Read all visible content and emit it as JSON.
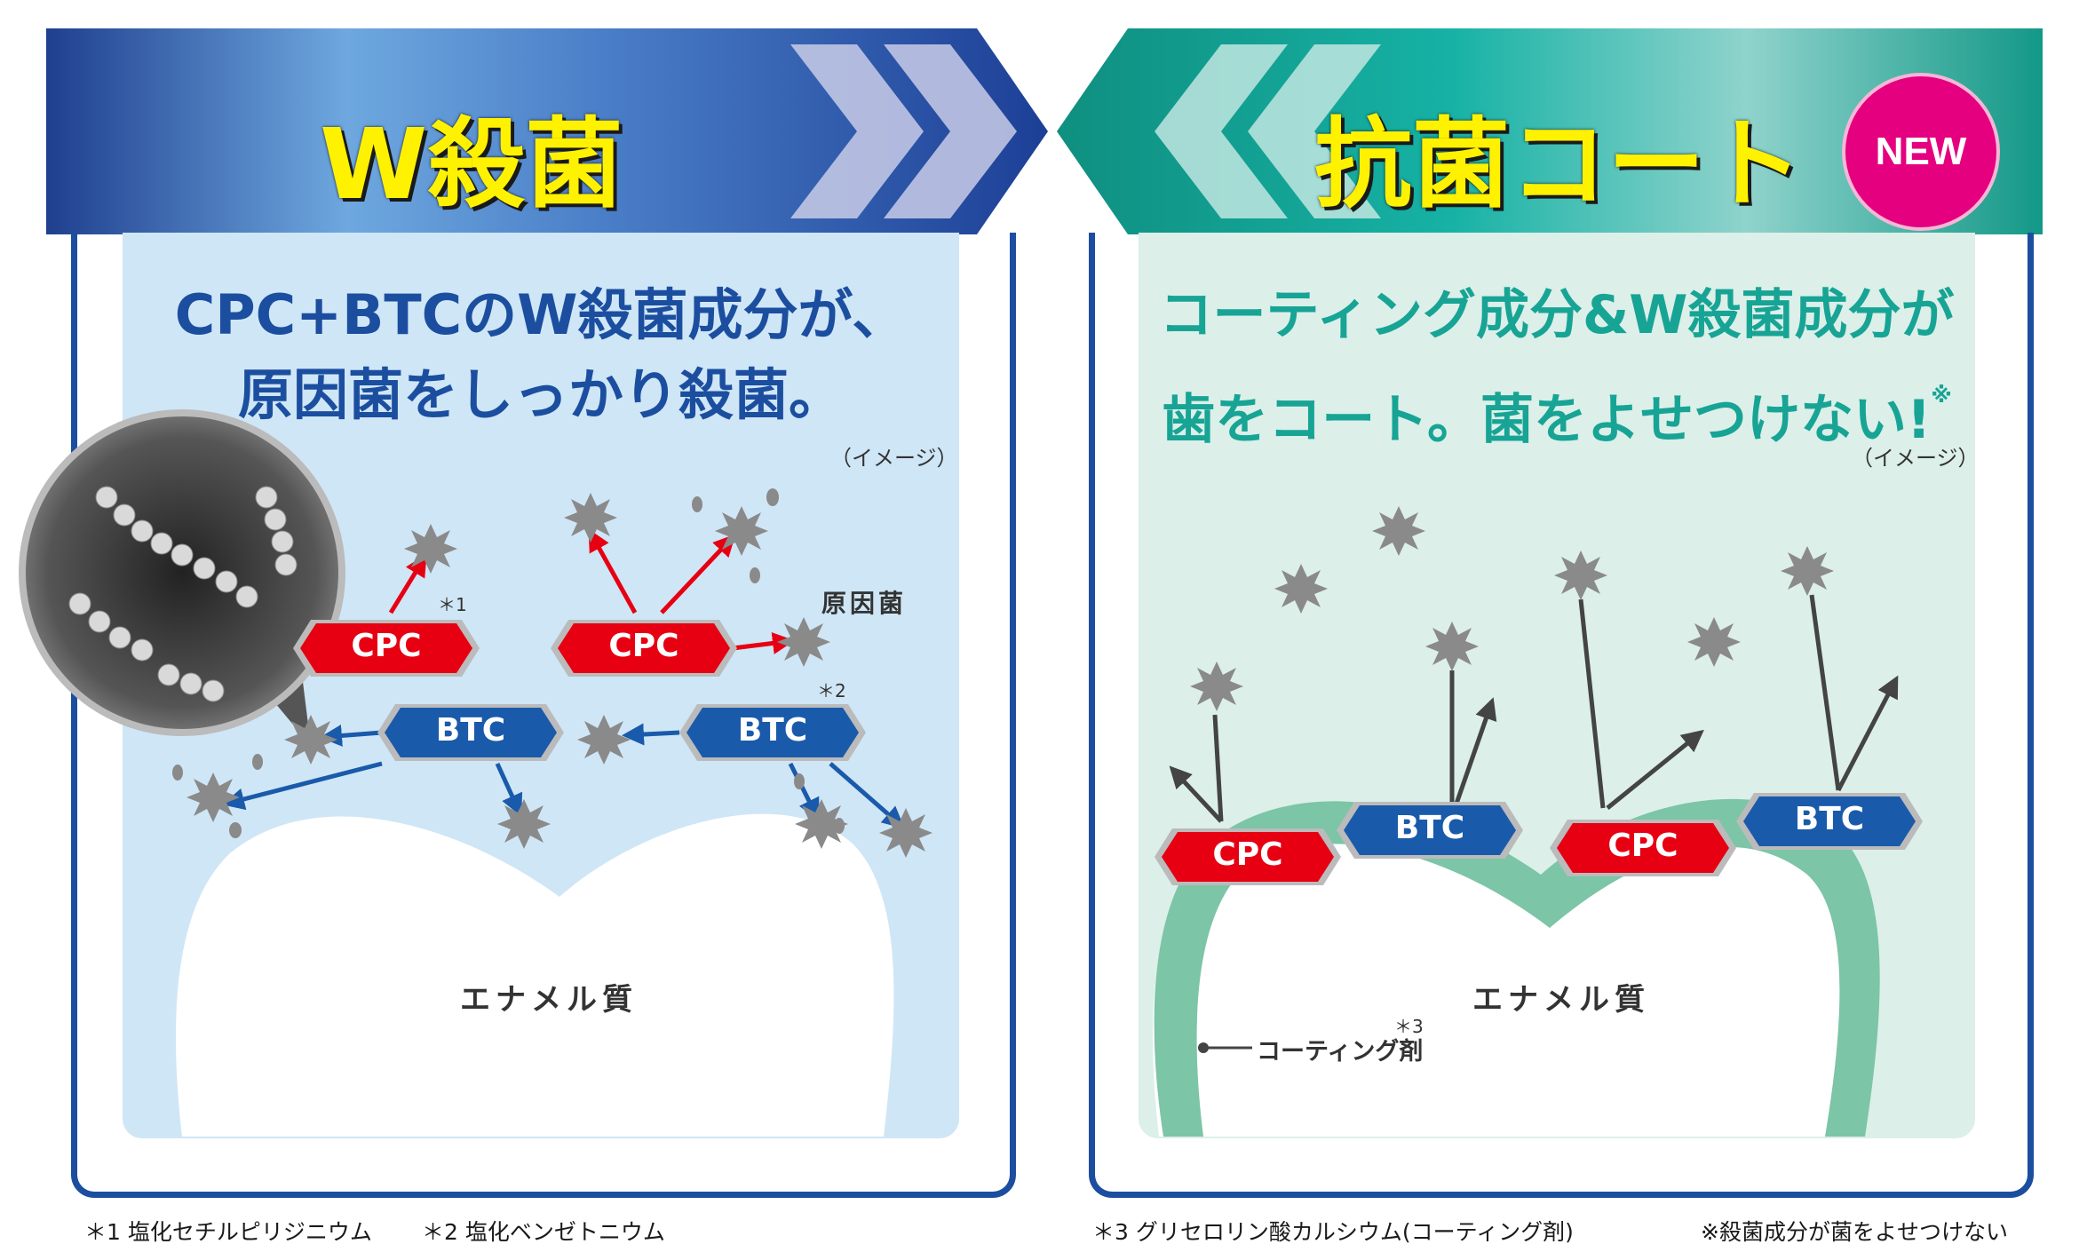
{
  "left_panel": {
    "header_title": "W殺菌",
    "headline_line1": "CPC+BTCのW殺菌成分が、",
    "headline_line2": "原因菌をしっかり殺菌。",
    "image_note": "（イメージ）",
    "label_bacteria": "原因菌",
    "marker_1": "＊1",
    "marker_2": "＊2",
    "enamel_label": "エナメル質",
    "cpc_label": "CPC",
    "btc_label": "BTC",
    "footnote_1": "＊1 塩化セチルピリジニウム",
    "footnote_2": "＊2 塩化ベンゼトニウム"
  },
  "right_panel": {
    "header_title": "抗菌コート",
    "new_badge": "NEW",
    "headline_line1": "コーティング成分&W殺菌成分が",
    "headline_line2": "歯をコート。菌をよせつけない!",
    "headline_mark": "※",
    "image_note": "（イメージ）",
    "enamel_label": "エナメル質",
    "coating_label": "コーティング剤",
    "marker_3": "＊3",
    "cpc_label": "CPC",
    "btc_label": "BTC",
    "footnote_3": "＊3 グリセロリン酸カルシウム(コーティング剤)",
    "footnote_note": "※殺菌成分が菌をよせつけない"
  },
  "colors": {
    "left_accent": "#1c4ea0",
    "right_accent": "#17a495",
    "title_yellow": "#fff200",
    "cpc_red": "#e60012",
    "btc_blue": "#1a5aab",
    "badge_pink": "#e4007f",
    "coating_green": "#7cc5a6"
  }
}
